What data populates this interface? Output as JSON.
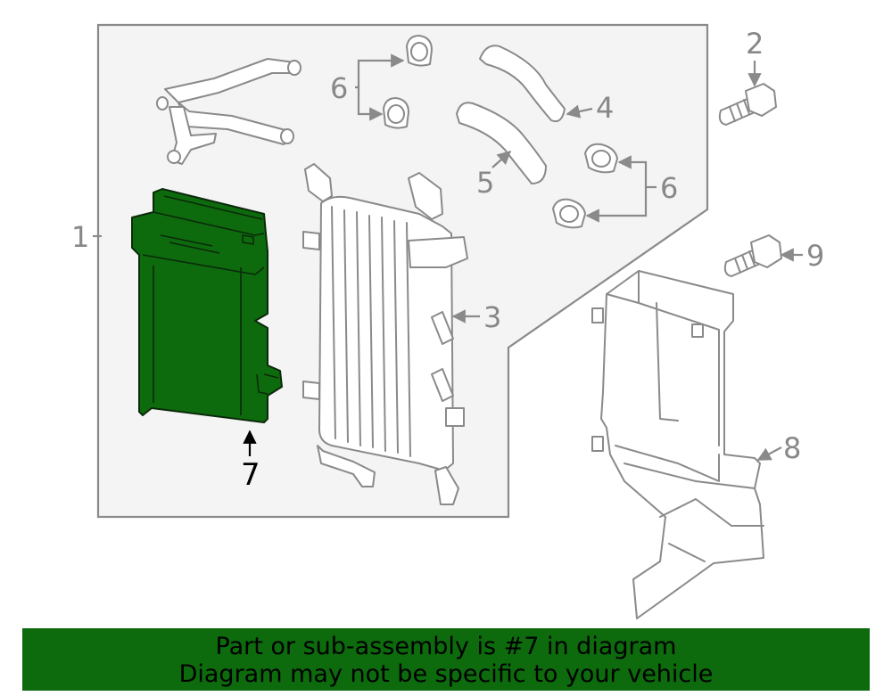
{
  "callouts": {
    "c1": "1",
    "c2": "2",
    "c3": "3",
    "c4": "4",
    "c5": "5",
    "c6a": "6",
    "c6b": "6",
    "c7": "7",
    "c8": "8",
    "c9": "9"
  },
  "highlighted_part": "7",
  "colors": {
    "highlight": "#0d6a0d",
    "banner": "#0d6a0d",
    "line": "#8a8a8a",
    "group_panel": "#f4f4f4"
  },
  "banner": {
    "line1": "Part or sub-assembly is #7 in diagram",
    "line2": "Diagram may not be specific to your vehicle"
  }
}
